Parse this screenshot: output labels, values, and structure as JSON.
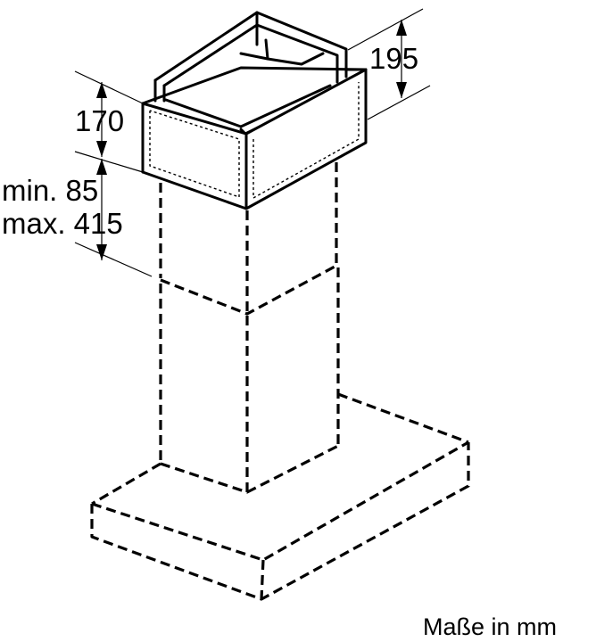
{
  "labels": {
    "depth": "195",
    "height": "170",
    "min_height": "min. 85",
    "max_height": "max. 415",
    "units_note": "Maße in mm"
  }
}
